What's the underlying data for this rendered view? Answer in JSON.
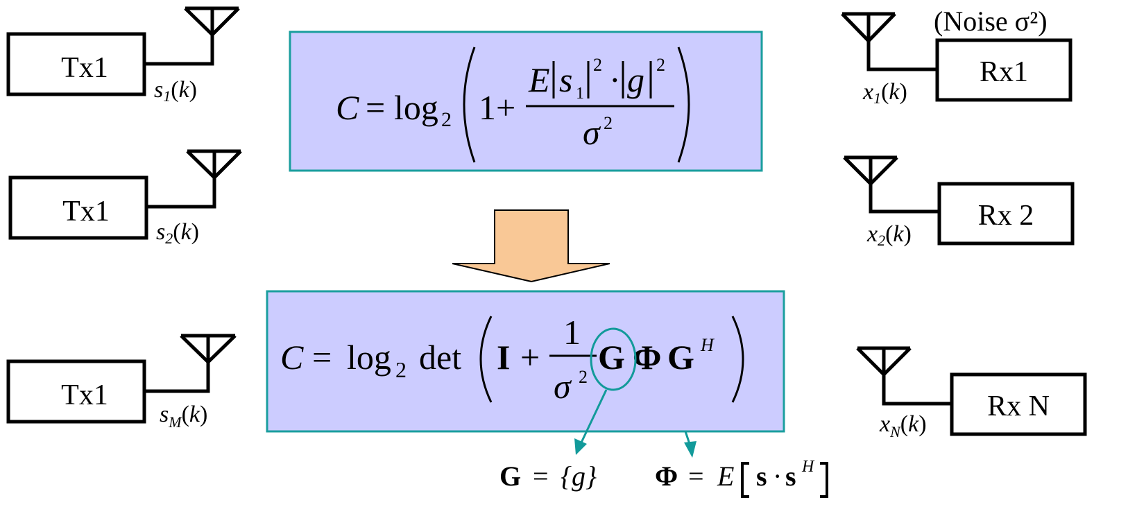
{
  "transmitters": [
    {
      "label": "Tx1",
      "signal": "s",
      "sub": "1",
      "arg": "k"
    },
    {
      "label": "Tx1",
      "signal": "s",
      "sub": "2",
      "arg": "k"
    },
    {
      "label": "Tx1",
      "signal": "s",
      "sub": "M",
      "arg": "k"
    }
  ],
  "receivers": [
    {
      "label": "Rx1",
      "signal": "x",
      "sub": "1",
      "arg": "k"
    },
    {
      "label": "Rx 2",
      "signal": "x",
      "sub": "2",
      "arg": "k"
    },
    {
      "label": "Rx N",
      "signal": "x",
      "sub": "N",
      "arg": "k"
    }
  ],
  "noise_note": "(Noise σ²)",
  "formula_siso": {
    "lhs": "C",
    "eq": "=",
    "log": "log",
    "log_base": "2",
    "one_plus": "1+",
    "num_E": "E",
    "num_s": "s",
    "num_s_sub": "1",
    "num_sq1": "2",
    "num_dot": "·",
    "num_g": "g",
    "num_sq2": "2",
    "den": "σ",
    "den_sq": "2"
  },
  "formula_mimo": {
    "lhs": "C",
    "eq": "=",
    "log": "log",
    "log_base": "2",
    "det": "det",
    "I": "I",
    "plus": "+",
    "frac_num": "1",
    "frac_den": "σ",
    "frac_den_sq": "2",
    "G": "G",
    "Phi": "Φ",
    "G2": "G",
    "H": "H"
  },
  "definitions": {
    "G_lhs": "G",
    "G_eq": "=",
    "G_rhs": "{g}",
    "Phi_lhs": "Φ",
    "Phi_eq": "=",
    "Phi_E": "E",
    "Phi_s1": "s",
    "Phi_dot": "·",
    "Phi_s2": "s",
    "Phi_H": "H"
  },
  "colors": {
    "formula_box_fill": "#ccccff",
    "formula_box_border": "#1a9e9e",
    "arrow_fill": "#f9c896",
    "teal": "#129a9a",
    "stroke": "#000000"
  }
}
